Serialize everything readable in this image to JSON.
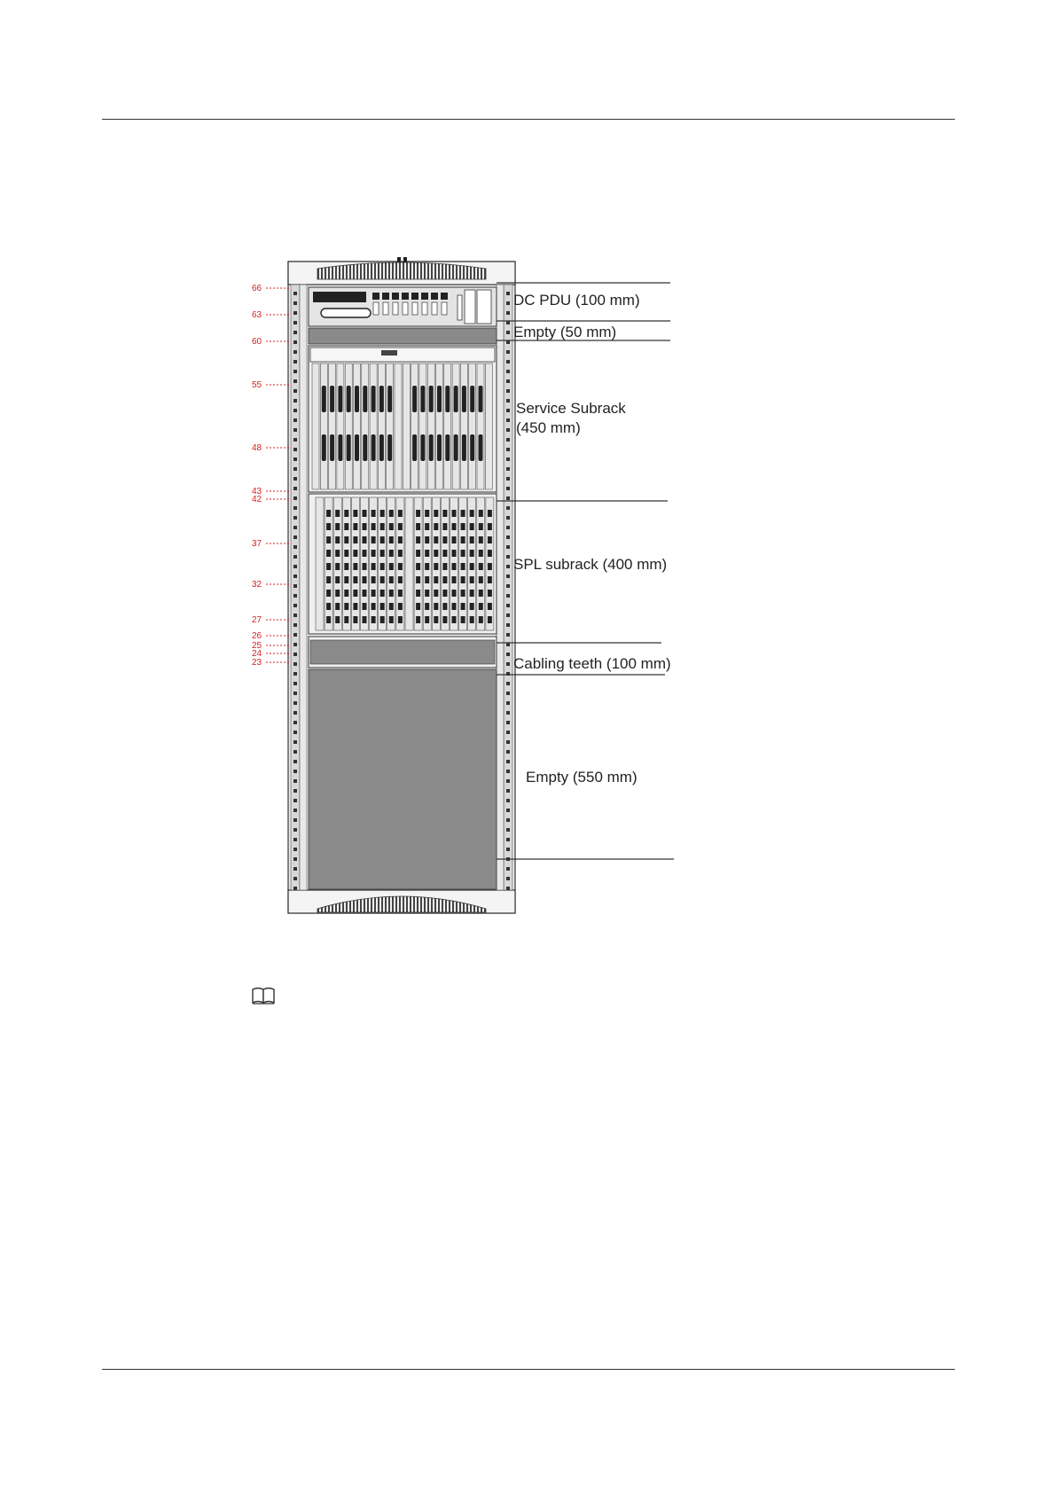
{
  "diagram": {
    "colors": {
      "frame": "#d8d8d8",
      "frame_edge": "#333333",
      "module_fill": "#8a8a8a",
      "board_fill": "#e6e6e6",
      "handle": "#222222",
      "unit_number": "#d42020"
    },
    "units": [
      "66",
      "63",
      "60",
      "55",
      "48",
      "43",
      "42",
      "37",
      "32",
      "27",
      "26",
      "25",
      "24",
      "23"
    ],
    "sections": [
      {
        "id": "dc-pdu",
        "lines": [
          "DC PDU (100 mm)"
        ]
      },
      {
        "id": "empty-top",
        "lines": [
          "Empty (50 mm)"
        ]
      },
      {
        "id": "service-subrack",
        "lines": [
          "Service Subrack",
          "(450 mm)"
        ]
      },
      {
        "id": "spl-subrack",
        "lines": [
          "SPL subrack (400 mm)"
        ]
      },
      {
        "id": "cabling-teeth",
        "lines": [
          "Cabling teeth (100 mm)"
        ]
      },
      {
        "id": "empty-bottom",
        "lines": [
          "Empty (550 mm)"
        ]
      }
    ]
  },
  "note": {
    "icon": "book-icon"
  }
}
